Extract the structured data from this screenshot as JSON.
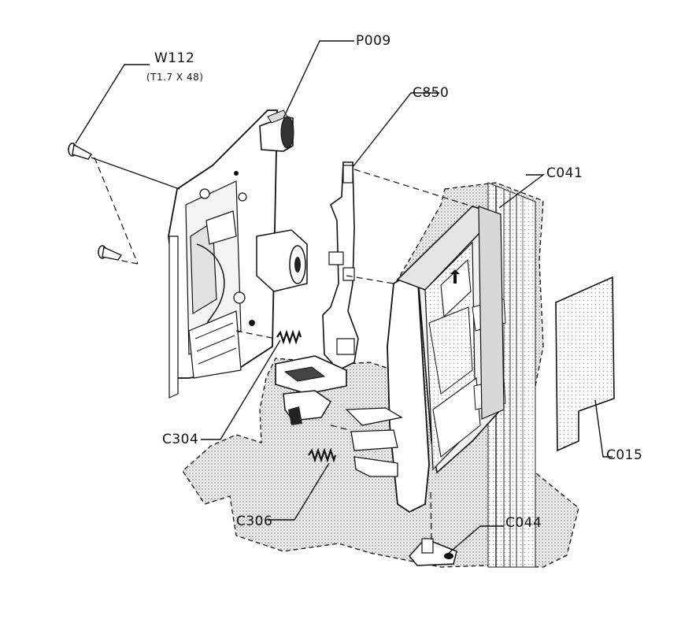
{
  "labels": {
    "w112": "W112",
    "w112_sub": "(T1.7 X 48)",
    "p009": "P009",
    "c850": "C850",
    "c041": "C041",
    "c304": "C304",
    "c306": "C306",
    "c015": "C015",
    "c044": "C044"
  },
  "colors": {
    "ink": "#111111",
    "halftone": "#c8c8c8",
    "paper": "#ffffff"
  }
}
